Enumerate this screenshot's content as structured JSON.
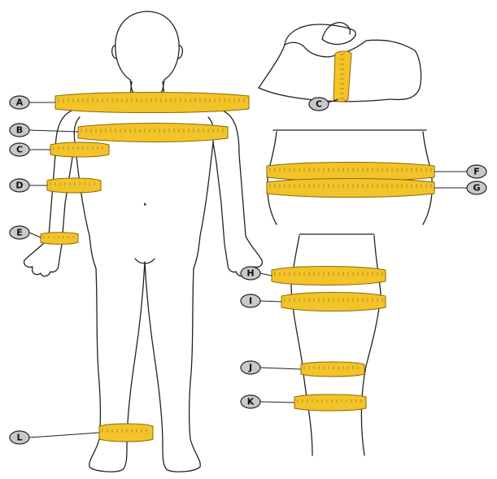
{
  "markers": {
    "A": "A",
    "B": "B",
    "C_left": "C",
    "C_arm": "C",
    "D": "D",
    "E": "E",
    "F": "F",
    "G": "G",
    "H": "H",
    "I": "I",
    "J": "J",
    "K": "K",
    "L": "L"
  },
  "colors": {
    "tape": "#f2c42a",
    "badge": "#c8c8c8",
    "outline": "#222222"
  }
}
